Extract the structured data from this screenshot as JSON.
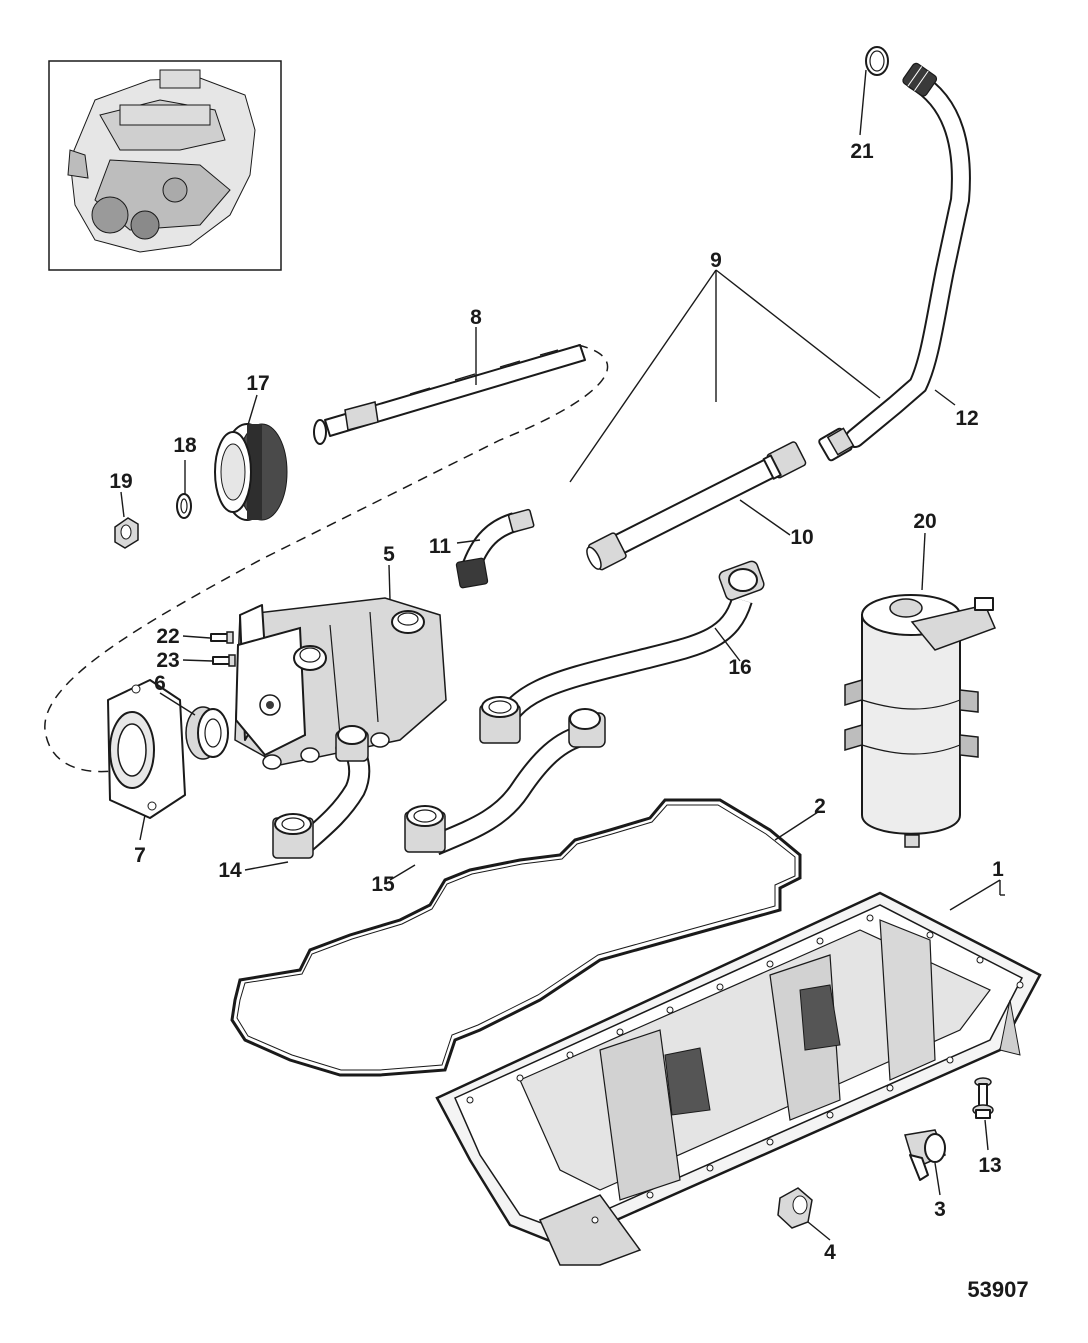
{
  "figure_number": "53907",
  "inset": {
    "alt": "engine-overview-thumbnail"
  },
  "callouts": {
    "c1": "1",
    "c2": "2",
    "c3": "3",
    "c4": "4",
    "c5": "5",
    "c6": "6",
    "c7": "7",
    "c8": "8",
    "c9": "9",
    "c10": "10",
    "c11": "11",
    "c12": "12",
    "c13": "13",
    "c14": "14",
    "c15": "15",
    "c16": "16",
    "c17": "17",
    "c18": "18",
    "c19": "19",
    "c20": "20",
    "c21": "21",
    "c22": "22",
    "c23": "23"
  },
  "colors": {
    "line": "#1a1a1a",
    "shade": "#d9d9d9",
    "background": "#ffffff"
  }
}
